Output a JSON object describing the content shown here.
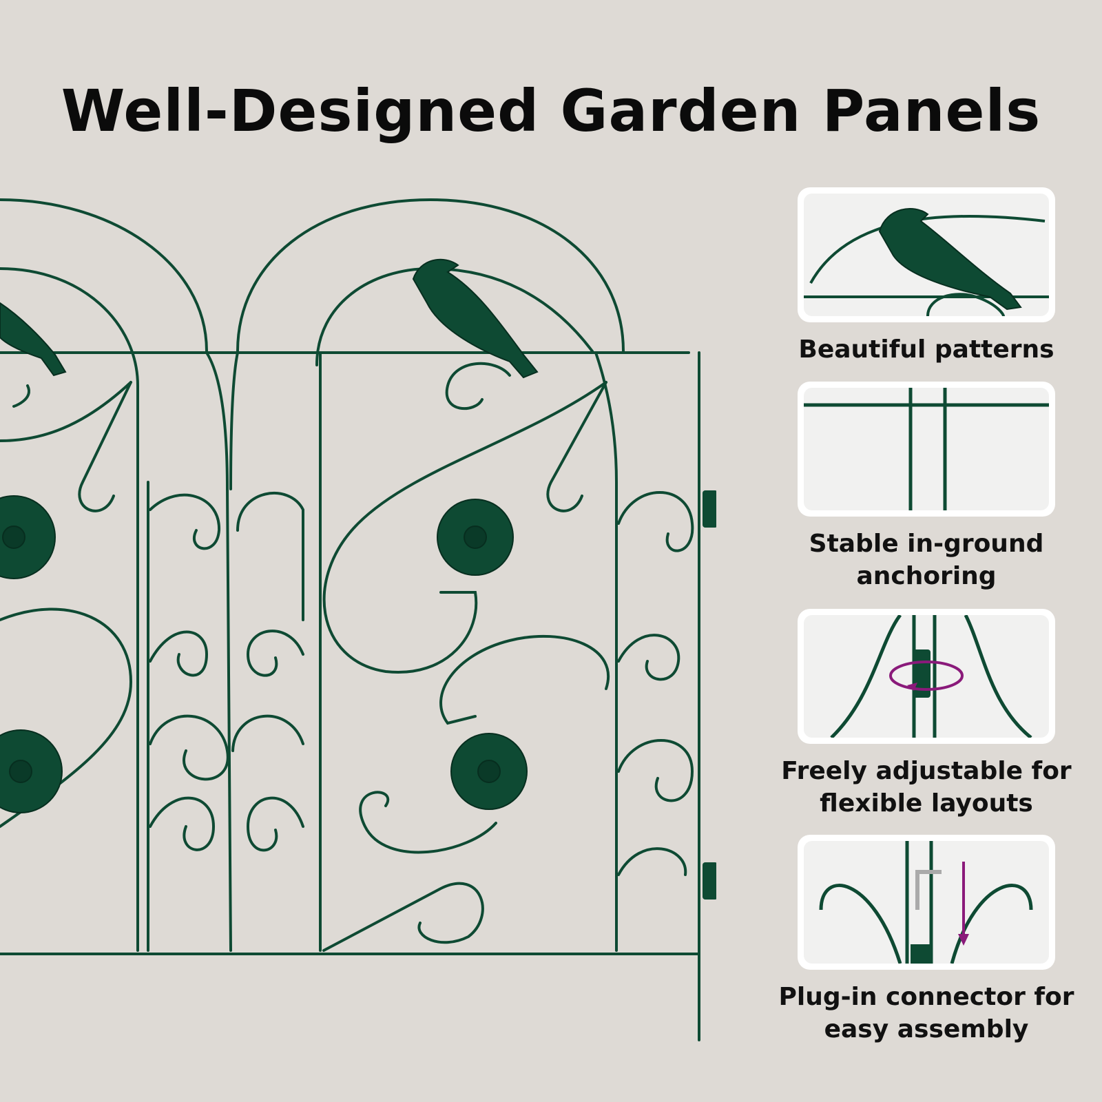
{
  "title": "Well-Designed Garden Panels",
  "colors": {
    "background": "#dedad5",
    "fence_green": "#0e4a33",
    "accent_purple": "#8a1a7a",
    "card_white": "#ffffff"
  },
  "features": [
    {
      "caption": "Beautiful patterns",
      "icon": "bird-detail-icon"
    },
    {
      "caption": "Stable in-ground anchoring",
      "icon": "stakes-detail-icon"
    },
    {
      "caption": "Freely adjustable for flexible layouts",
      "icon": "rotate-connector-icon"
    },
    {
      "caption": "Plug-in connector for easy assembly",
      "icon": "plug-connector-icon"
    }
  ]
}
